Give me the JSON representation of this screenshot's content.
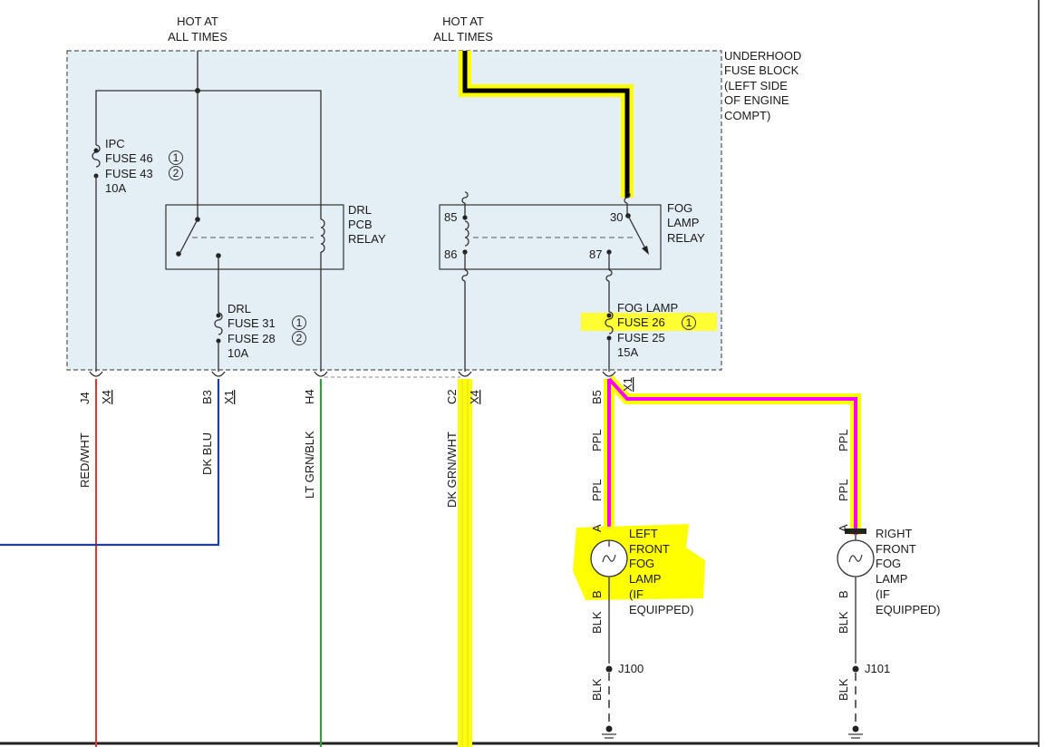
{
  "diagram": {
    "hot_left": [
      "HOT AT",
      "ALL TIMES"
    ],
    "hot_right": [
      "HOT AT",
      "ALL TIMES"
    ],
    "fuse_block": [
      "UNDERHOOD",
      "FUSE BLOCK",
      "(LEFT SIDE",
      "OF ENGINE",
      "COMPT)"
    ],
    "ipc_fuse": {
      "name": "IPC",
      "line1": "FUSE 46",
      "line2": "FUSE 43",
      "rating": "10A",
      "note1": "1",
      "note2": "2"
    },
    "drl_relay": [
      "DRL",
      "PCB",
      "RELAY"
    ],
    "drl_fuse": {
      "name": "DRL",
      "line1": "FUSE 31",
      "line2": "FUSE 28",
      "rating": "10A",
      "note1": "1",
      "note2": "2"
    },
    "fog_relay": {
      "lines": [
        "FOG",
        "LAMP",
        "RELAY"
      ],
      "pin85": "85",
      "pin86": "86",
      "pin30": "30",
      "pin87": "87"
    },
    "fog_fuse": {
      "name": "FOG LAMP",
      "line1": "FUSE 26",
      "line2": "FUSE 25",
      "rating": "15A",
      "note1": "1"
    },
    "connectors": [
      {
        "pin": "J4",
        "conn": "X4",
        "wire": "RED/WHT",
        "color": "#e8332b"
      },
      {
        "pin": "B3",
        "conn": "X1",
        "wire": "DK BLU",
        "color": "#1f3f9e"
      },
      {
        "pin": "H4",
        "conn": "",
        "wire": "LT GRN/BLK",
        "color": "#2aa52a"
      },
      {
        "pin": "C2",
        "conn": "X4",
        "wire": "DK GRN/WHT",
        "color": "#ffff00"
      },
      {
        "pin": "B5",
        "conn": "X1",
        "wire": "",
        "color": "#ff00ff"
      }
    ],
    "left_lamp": {
      "wire_top": "PPL",
      "wire_top2": "PPL",
      "pin_a": "A",
      "pin_b": "B",
      "label": [
        "LEFT",
        "FRONT",
        "FOG",
        "LAMP",
        "(IF",
        "EQUIPPED)"
      ],
      "ground_wire": "BLK",
      "ground_wire2": "BLK",
      "splice": "J100"
    },
    "right_lamp": {
      "wire_top": "PPL",
      "wire_top2": "PPL",
      "pin_a": "A",
      "pin_b": "B",
      "label": [
        "RIGHT",
        "FRONT",
        "FOG",
        "LAMP",
        "(IF",
        "EQUIPPED)"
      ],
      "ground_wire": "BLK",
      "ground_wire2": "BLK",
      "splice": "J101"
    },
    "colors": {
      "highlight": "#ffff00",
      "path": "#ff00ff",
      "box": "#e3eef5"
    }
  }
}
